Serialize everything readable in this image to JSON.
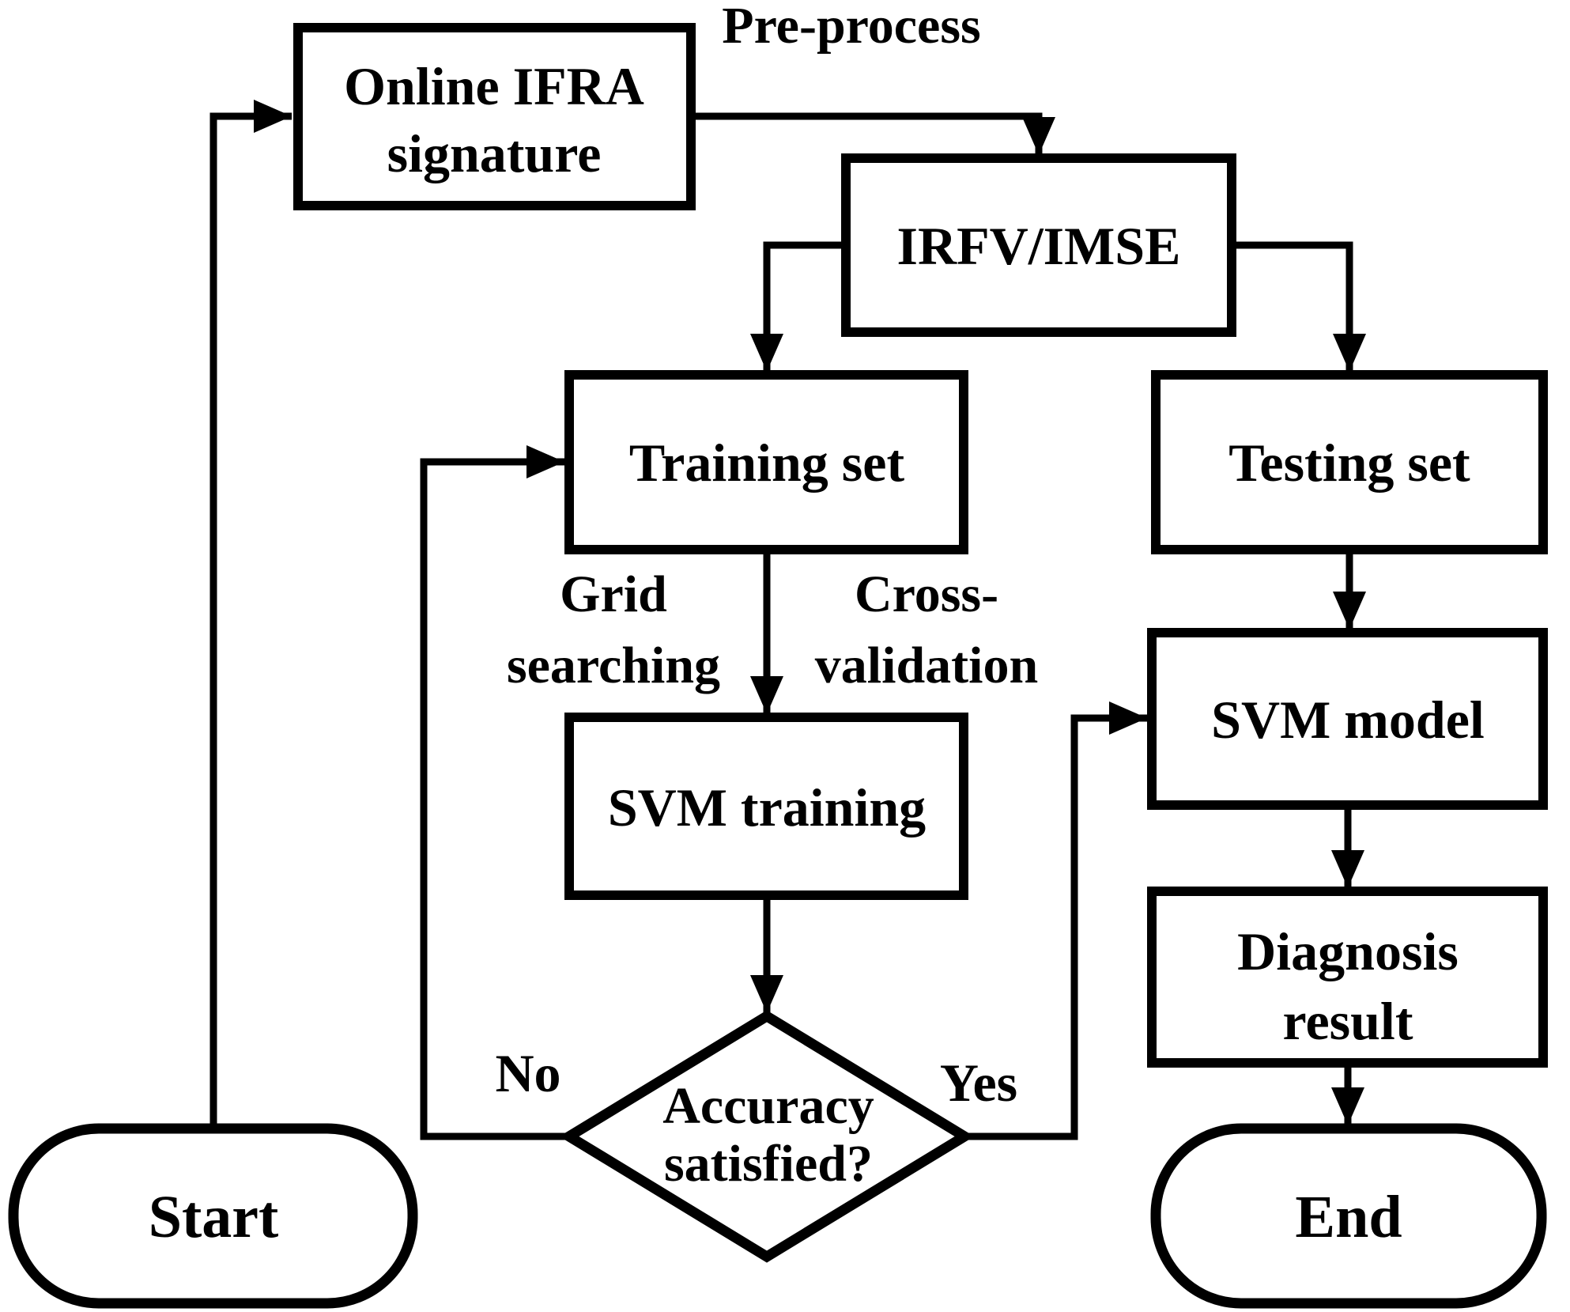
{
  "diagram": {
    "type": "flowchart",
    "colors": {
      "ink": "#000000",
      "paper": "#ffffff"
    },
    "nodes": {
      "start": {
        "shape": "terminator",
        "label": "Start"
      },
      "online_ifra": {
        "shape": "process",
        "line1": "Online IFRA",
        "line2": "signature"
      },
      "irfv_imse": {
        "shape": "process",
        "label": "IRFV/IMSE"
      },
      "training_set": {
        "shape": "process",
        "label": "Training set"
      },
      "testing_set": {
        "shape": "process",
        "label": "Testing set"
      },
      "svm_training": {
        "shape": "process",
        "label": "SVM training"
      },
      "svm_model": {
        "shape": "process",
        "label": "SVM model"
      },
      "diagnosis_result": {
        "shape": "process",
        "line1": "Diagnosis",
        "line2": "result"
      },
      "accuracy_decision": {
        "shape": "decision",
        "line1": "Accuracy",
        "line2": "satisfied?"
      },
      "end": {
        "shape": "terminator",
        "label": "End"
      }
    },
    "edge_labels": {
      "pre_process": "Pre-process",
      "grid_searching": {
        "line1": "Grid",
        "line2": "searching"
      },
      "cross_validation": {
        "line1": "Cross-",
        "line2": "validation"
      },
      "no": "No",
      "yes": "Yes"
    }
  }
}
